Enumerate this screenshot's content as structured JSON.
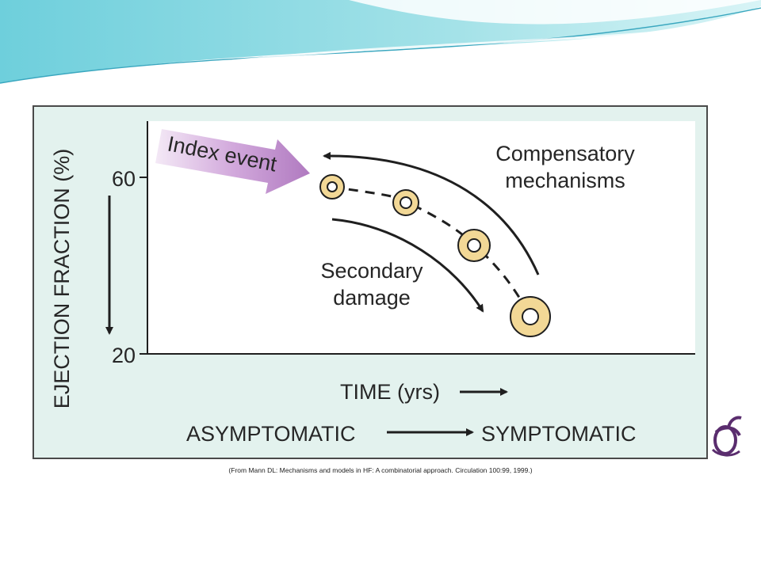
{
  "figure": {
    "y_axis_label": "EJECTION FRACTION (%)",
    "y_ticks": [
      "60",
      "20"
    ],
    "index_event_label": "Index event",
    "compensatory_label": [
      "Compensatory",
      "mechanisms"
    ],
    "secondary_label": [
      "Secondary",
      "damage"
    ],
    "time_label": "TIME (yrs)",
    "asymptomatic_label": "ASYMPTOMATIC",
    "symptomatic_label": "SYMPTOMATIC"
  },
  "caption": "(From Mann DL: Mechanisms and models in HF: A combinatorial approach. Circulation 100:99, 1999.)",
  "colors": {
    "panel_background": "#e3f2ee",
    "index_arrow": "#b07ac0",
    "marker_fill": "#f2d896",
    "header_wave": "#8fd6e0",
    "logo": "#5a2d6e"
  },
  "icons": [
    "header-wave-decoration",
    "logo-icon"
  ]
}
